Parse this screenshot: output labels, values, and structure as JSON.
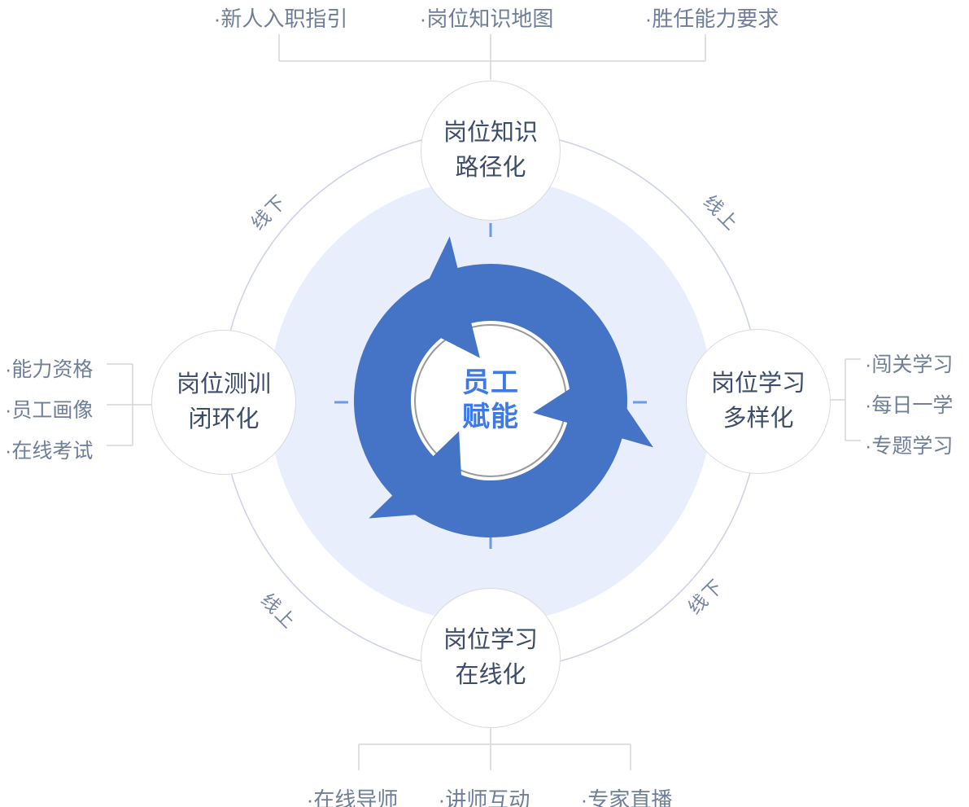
{
  "center": {
    "line1": "员工",
    "line2": "赋能"
  },
  "nodes": {
    "top": {
      "line1": "岗位知识",
      "line2": "路径化"
    },
    "right": {
      "line1": "岗位学习",
      "line2": "多样化"
    },
    "bottom": {
      "line1": "岗位学习",
      "line2": "在线化"
    },
    "left": {
      "line1": "岗位测训",
      "line2": "闭环化"
    }
  },
  "items": {
    "top": [
      "·新人入职指引",
      "·岗位知识地图",
      "·胜任能力要求"
    ],
    "right": [
      "·闯关学习",
      "·每日一学",
      "·专题学习"
    ],
    "bottom": [
      "·在线导师",
      "·讲师互动",
      "·专家直播"
    ],
    "left": [
      "·能力资格",
      "·员工画像",
      "·在线考试"
    ]
  },
  "ring_labels": {
    "top_left": "线下",
    "top_right": "线上",
    "bottom_left": "线上",
    "bottom_right": "线下"
  },
  "colors": {
    "wheel_blue": "#4573C5",
    "center_text_blue": "#3D7AE8",
    "node_text": "#3D4C68",
    "item_text": "#6F7E99",
    "ring_label_text": "#7584A0",
    "pale_disc": "#E8EEFB",
    "orbit_outline": "#CCD0EB",
    "tick_dash": "#6D99E8",
    "bracket_line": "#D6D6D6",
    "node_border": "#DADADA",
    "inner_ring": "#9A9A9A"
  }
}
